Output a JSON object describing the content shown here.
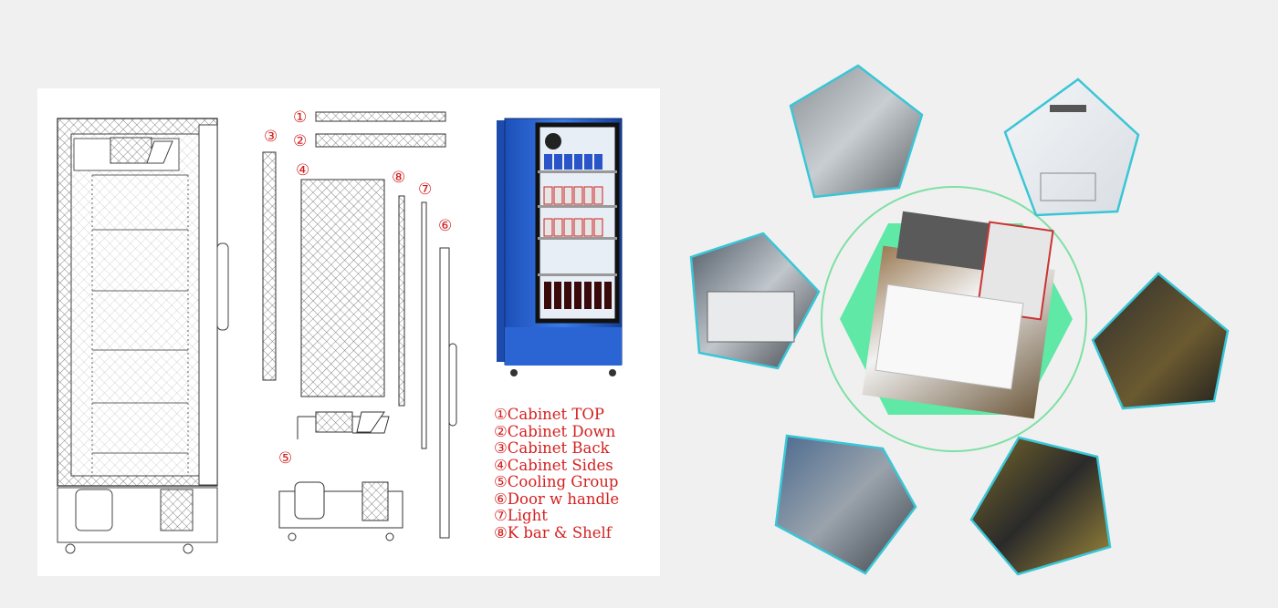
{
  "exploded_diagram": {
    "callout_numbers": [
      "①",
      "②",
      "③",
      "④",
      "⑤",
      "⑥",
      "⑦",
      "⑧"
    ],
    "legend": [
      "①Cabinet TOP",
      "②Cabinet Down",
      "③Cabinet Back",
      "④Cabinet Sides",
      "⑤Cooling Group",
      "⑥Door w handle",
      "⑦Light",
      "⑧K bar & Shelf"
    ]
  },
  "photo_collage": {
    "center_photo": "shelf-assembly-photo",
    "satellite_photos": [
      "workshop-assembly-photo",
      "parts-drawing-photo",
      "compressor-unit-photo",
      "condenser-photo",
      "wiring-assembly-photo",
      "compressor-closeup-photo"
    ],
    "colors": {
      "frame": "#39c6d6",
      "circle": "#7ee0a4",
      "hexagon": "#5fe8a6"
    }
  }
}
